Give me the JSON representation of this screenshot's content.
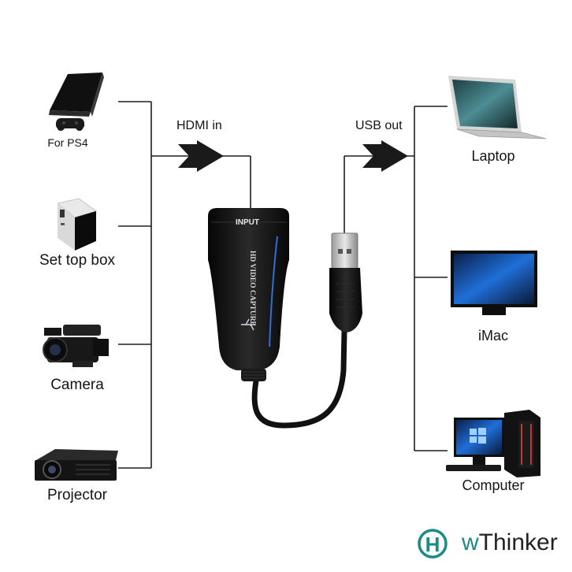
{
  "inputs": {
    "label": "HDMI in",
    "devices": [
      {
        "name": "For PS4",
        "icon": "ps4-console-icon"
      },
      {
        "name": "Set top box",
        "icon": "set-top-box-icon"
      },
      {
        "name": "Camera",
        "icon": "video-camera-icon"
      },
      {
        "name": "Projector",
        "icon": "projector-icon"
      }
    ]
  },
  "outputs": {
    "label": "USB out",
    "devices": [
      {
        "name": "Laptop",
        "icon": "laptop-icon"
      },
      {
        "name": "iMac",
        "icon": "imac-icon"
      },
      {
        "name": "Computer",
        "icon": "desktop-computer-icon"
      }
    ]
  },
  "device": {
    "top_label": "INPUT",
    "side_label": "HD VIDEO CAPTURE"
  },
  "logo": {
    "text_prefix": "w",
    "text": "Thinker",
    "mark": "H"
  },
  "colors": {
    "line": "#1e1e1e",
    "device_body": "#141414",
    "accent_blue": "#2f6fd6",
    "logo_teal": "#1a8b86"
  }
}
